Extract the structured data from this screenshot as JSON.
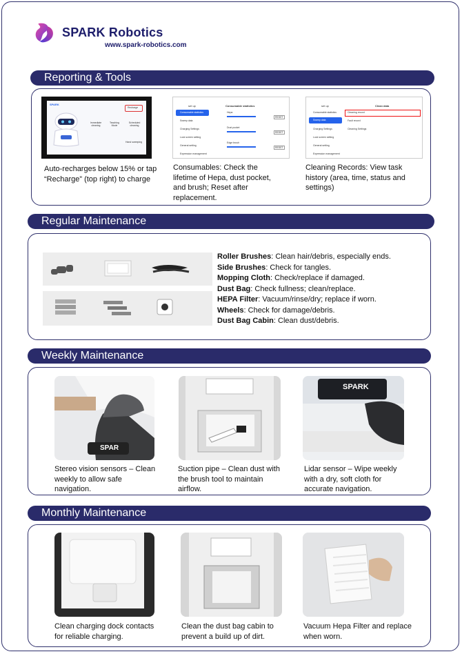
{
  "brand": {
    "name": "SPARK Robotics",
    "url": "www.spark-robotics.com"
  },
  "sections": {
    "reporting": "Reporting & Tools",
    "regular": "Regular Maintenance",
    "weekly": "Weekly Maintenance",
    "monthly": "Monthly Maintenance"
  },
  "reporting": {
    "captions": [
      "Auto-recharges below 15% or tap “Recharge” (top right) to charge",
      "Consumables: Check the lifetime of Hepa, dust pocket, and brush; Reset after replacement.",
      "Cleaning Records: View task history (area, time, status and settings)"
    ],
    "tablet": {
      "recharge": "Recharge",
      "items": [
        "Immediate cleaning",
        "Teaching Mode",
        "Scheduled cleaning"
      ],
      "hand": "Hand sweeping"
    },
    "consumables": {
      "back": "set up",
      "title": "Consumable statistics",
      "menu": [
        "Consumable statistics",
        "Sweep data",
        "Charging Settings",
        "Lock screen setting",
        "General setting",
        "Expression management"
      ],
      "items": [
        "Hepa",
        "Dust pocket",
        "Edge brush"
      ],
      "reset": "RESET"
    },
    "records": {
      "back": "set up",
      "title": "Clean data",
      "menu": [
        "Consumable statistics",
        "Sweep data",
        "Charging Settings",
        "Lock screen setting",
        "General setting",
        "Expression management"
      ],
      "rows": [
        "Cleaning record",
        "Fault record",
        "Cleaning Settings"
      ]
    }
  },
  "regular": {
    "items": [
      {
        "term": "Roller Brushes",
        "text": ": Clean hair/debris, especially ends."
      },
      {
        "term": "Side Brushes",
        "text": ": Check for tangles."
      },
      {
        "term": "Mopping Cloth",
        "text": ": Check/replace if damaged."
      },
      {
        "term": "Dust Bag",
        "text": ": Check fullness; clean/replace."
      },
      {
        "term": "HEPA Filter",
        "text": ": Vacuum/rinse/dry; replace if worn."
      },
      {
        "term": "Wheels",
        "text": ": Check for damage/debris."
      },
      {
        "term": "Dust Bag Cabin",
        "text": ": Clean dust/debris."
      }
    ]
  },
  "weekly": {
    "captions": [
      "Stereo vision sensors – Clean weekly to allow safe navigation.",
      "Suction pipe – Clean dust with the brush tool to maintain airflow.",
      "Lidar sensor – Wipe weekly with a dry, soft cloth for accurate navigation."
    ],
    "photo_text": [
      "SPAR",
      "SPARK"
    ]
  },
  "monthly": {
    "captions": [
      "Clean charging dock contacts for reliable charging.",
      "Clean the dust bag cabin to prevent a build up of dirt.",
      "Vacuum Hepa Filter and replace when worn."
    ]
  },
  "colors": {
    "navy": "#2a2b6a",
    "accent_blue": "#2563eb",
    "logo_pink": "#e64aa0",
    "logo_purple": "#6b3bd6"
  }
}
